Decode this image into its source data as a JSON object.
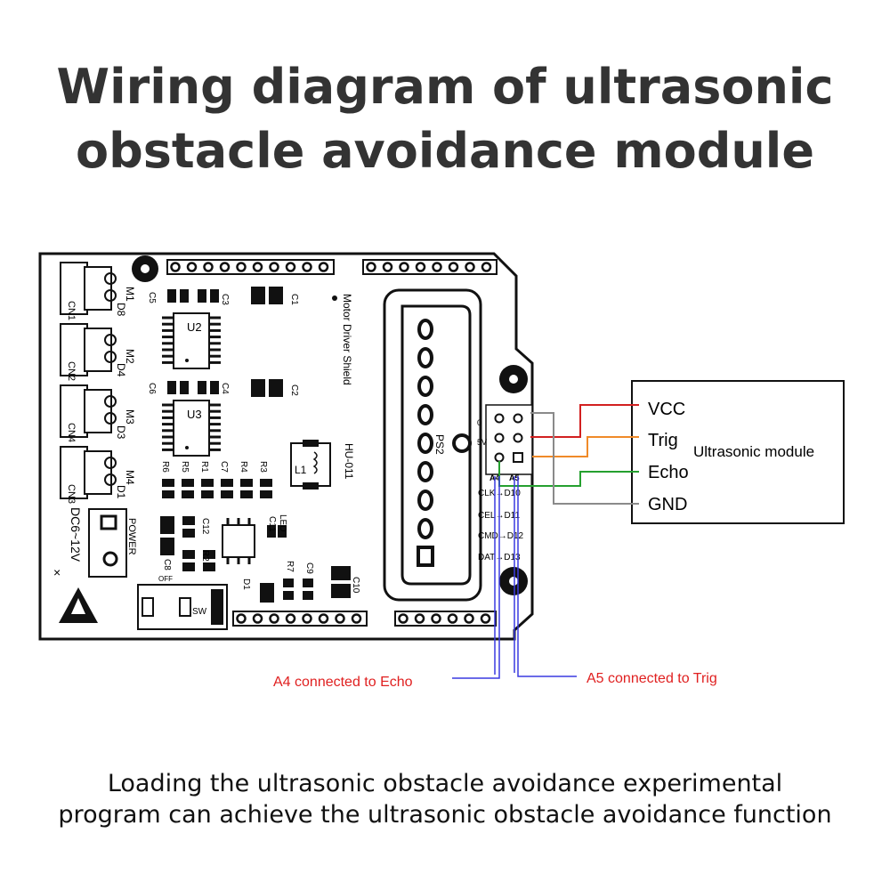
{
  "title": {
    "line1": "Wiring diagram of ultrasonic",
    "line2": "obstacle avoidance module"
  },
  "caption": {
    "line1": "Loading the ultrasonic obstacle avoidance experimental",
    "line2": "program can achieve the ultrasonic obstacle avoidance function"
  },
  "board": {
    "connectors": [
      "CN1",
      "CN2",
      "CN4",
      "CN3"
    ],
    "motors": [
      "M1",
      "M2",
      "M3",
      "M4"
    ],
    "diodes": [
      "D8",
      "D4",
      "D3",
      "D1"
    ],
    "chips": [
      "U2",
      "U3"
    ],
    "shield_name": "Motor Driver Shield",
    "model": "HU-011",
    "inductor": "L1",
    "ps2_label": "PS2",
    "ps2_pin_a": "0",
    "ps2_pin_b": "5V",
    "power_label": "POWER",
    "power_spec": "DC6~12V",
    "switch_label": "SW",
    "switch_off": "OFF",
    "led_label": "LED",
    "resistors": [
      "R6",
      "R5",
      "R1",
      "C7",
      "R4",
      "R3"
    ],
    "caps": [
      "C5",
      "C6",
      "C1",
      "C2",
      "C3",
      "C4",
      "C8",
      "C12",
      "C10",
      "C11",
      "C9"
    ],
    "diode_d1": "D1",
    "r7": "R7",
    "r2": "R2",
    "header_pins": [
      "A4",
      "A5"
    ],
    "ps2_mapping": [
      "CLK→D10",
      "CEL→D11",
      "CMD→D12",
      "DAT→D13"
    ]
  },
  "module": {
    "name": "Ultrasonic module",
    "pins": [
      "VCC",
      "Trig",
      "Echo",
      "GND"
    ]
  },
  "annotations": {
    "a4": "A4 connected to Echo",
    "a5": "A5 connected to Trig"
  },
  "colors": {
    "vcc": "#d22020",
    "trig": "#f08a28",
    "echo": "#25a02f",
    "gnd": "#8a8a8a",
    "annotation_text": "#e02020",
    "annotation_line": "#3a3ae0"
  }
}
